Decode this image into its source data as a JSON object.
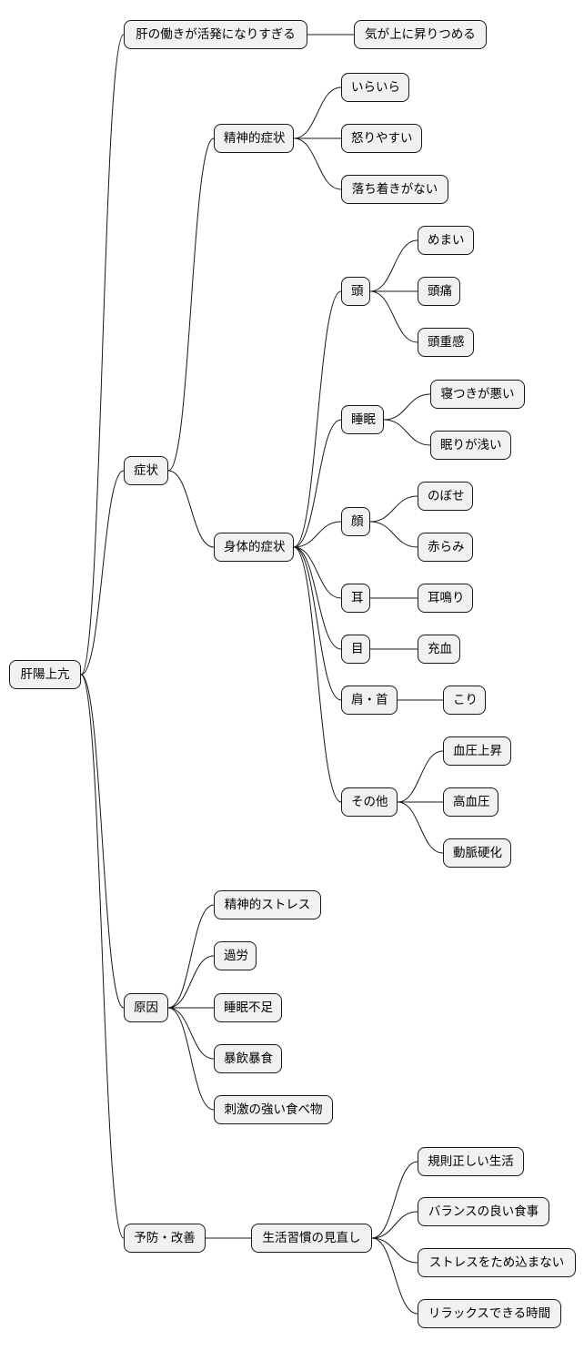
{
  "mindmap": {
    "root": {
      "id": "root",
      "label": "肝陽上亢"
    },
    "nodes": [
      {
        "id": "n1",
        "label": "肝の働きが活発になりすぎる",
        "parent": "root"
      },
      {
        "id": "n1a",
        "label": "気が上に昇りつめる",
        "parent": "n1"
      },
      {
        "id": "n2",
        "label": "症状",
        "parent": "root"
      },
      {
        "id": "n2a",
        "label": "精神的症状",
        "parent": "n2"
      },
      {
        "id": "n2a1",
        "label": "いらいら",
        "parent": "n2a"
      },
      {
        "id": "n2a2",
        "label": "怒りやすい",
        "parent": "n2a"
      },
      {
        "id": "n2a3",
        "label": "落ち着きがない",
        "parent": "n2a"
      },
      {
        "id": "n2b",
        "label": "身体的症状",
        "parent": "n2"
      },
      {
        "id": "n2b1",
        "label": "頭",
        "parent": "n2b"
      },
      {
        "id": "n2b1a",
        "label": "めまい",
        "parent": "n2b1"
      },
      {
        "id": "n2b1b",
        "label": "頭痛",
        "parent": "n2b1"
      },
      {
        "id": "n2b1c",
        "label": "頭重感",
        "parent": "n2b1"
      },
      {
        "id": "n2b2",
        "label": "睡眠",
        "parent": "n2b"
      },
      {
        "id": "n2b2a",
        "label": "寝つきが悪い",
        "parent": "n2b2"
      },
      {
        "id": "n2b2b",
        "label": "眠りが浅い",
        "parent": "n2b2"
      },
      {
        "id": "n2b3",
        "label": "顔",
        "parent": "n2b"
      },
      {
        "id": "n2b3a",
        "label": "のぼせ",
        "parent": "n2b3"
      },
      {
        "id": "n2b3b",
        "label": "赤らみ",
        "parent": "n2b3"
      },
      {
        "id": "n2b4",
        "label": "耳",
        "parent": "n2b"
      },
      {
        "id": "n2b4a",
        "label": "耳鳴り",
        "parent": "n2b4"
      },
      {
        "id": "n2b5",
        "label": "目",
        "parent": "n2b"
      },
      {
        "id": "n2b5a",
        "label": "充血",
        "parent": "n2b5"
      },
      {
        "id": "n2b6",
        "label": "肩・首",
        "parent": "n2b"
      },
      {
        "id": "n2b6a",
        "label": "こり",
        "parent": "n2b6"
      },
      {
        "id": "n2b7",
        "label": "その他",
        "parent": "n2b"
      },
      {
        "id": "n2b7a",
        "label": "血圧上昇",
        "parent": "n2b7"
      },
      {
        "id": "n2b7b",
        "label": "高血圧",
        "parent": "n2b7"
      },
      {
        "id": "n2b7c",
        "label": "動脈硬化",
        "parent": "n2b7"
      },
      {
        "id": "n3",
        "label": "原因",
        "parent": "root"
      },
      {
        "id": "n3a",
        "label": "精神的ストレス",
        "parent": "n3"
      },
      {
        "id": "n3b",
        "label": "過労",
        "parent": "n3"
      },
      {
        "id": "n3c",
        "label": "睡眠不足",
        "parent": "n3"
      },
      {
        "id": "n3d",
        "label": "暴飲暴食",
        "parent": "n3"
      },
      {
        "id": "n3e",
        "label": "刺激の強い食べ物",
        "parent": "n3"
      },
      {
        "id": "n4",
        "label": "予防・改善",
        "parent": "root"
      },
      {
        "id": "n4a",
        "label": "生活習慣の見直し",
        "parent": "n4"
      },
      {
        "id": "n4a1",
        "label": "規則正しい生活",
        "parent": "n4a"
      },
      {
        "id": "n4a2",
        "label": "バランスの良い食事",
        "parent": "n4a"
      },
      {
        "id": "n4a3",
        "label": "ストレスをため込まない",
        "parent": "n4a"
      },
      {
        "id": "n4a4",
        "label": "リラックスできる時間",
        "parent": "n4a"
      }
    ]
  }
}
